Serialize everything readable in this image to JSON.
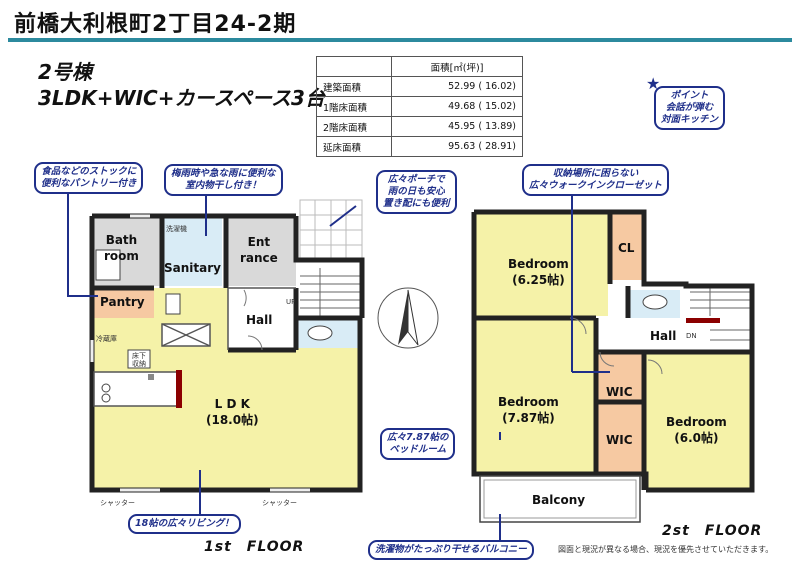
{
  "title": "前橋大利根町2丁目24-2期",
  "building": "2号棟",
  "layout": "3LDK+WIC+カースペース3台",
  "area_table": {
    "header": "面積[㎡(坪)]",
    "rows": [
      {
        "label": "建築面積",
        "value": "52.99 ( 16.02)"
      },
      {
        "label": "1階床面積",
        "value": "49.68 ( 15.02)"
      },
      {
        "label": "2階床面積",
        "value": "45.95 ( 13.89)"
      },
      {
        "label": "延床面積",
        "value": "95.63 ( 28.91)"
      }
    ]
  },
  "point_callout": {
    "lines": [
      "ポイント",
      "会話が弾む",
      "対面キッチン"
    ]
  },
  "callouts": {
    "pantry": [
      "食品などのストックに",
      "便利なパントリー付き"
    ],
    "laundry": [
      "梅雨時や急な雨に便利な",
      "室内物干し付き！"
    ],
    "porch": [
      "広々ポーチで",
      "雨の日も安心",
      "置き配にも便利"
    ],
    "closet": [
      "収納場所に困らない",
      "広々ウォークインクローゼット"
    ],
    "living": [
      "18帖の広々リビング！"
    ],
    "bedroom": [
      "広々7.87帖の",
      "ベッドルーム"
    ],
    "balcony": [
      "洗濯物がたっぷり干せるバルコニー"
    ]
  },
  "floor1": {
    "label": "1st　FLOOR",
    "rooms": {
      "bath": [
        "Bath",
        "room"
      ],
      "sanitary": "Sanitary",
      "entrance": [
        "Ent",
        "rance"
      ],
      "pantry": "Pantry",
      "hall": "Hall",
      "ldk": [
        "L D K",
        "(18.0帖)"
      ]
    },
    "small_labels": {
      "laundry": "洗濯機",
      "fridge": "冷蔵庫",
      "floor_storage": [
        "床下",
        "収納"
      ],
      "up": "UP",
      "shutter_left": "シャッター",
      "shutter_right": "シャッター"
    }
  },
  "floor2": {
    "label": "2st　FLOOR",
    "rooms": {
      "bedroom1": [
        "Bedroom",
        "(6.25帖)"
      ],
      "cl": "CL",
      "hall": "Hall",
      "bedroom2": [
        "Bedroom",
        "(7.87帖)"
      ],
      "wic1": "WIC",
      "wic2": "WIC",
      "bedroom3": [
        "Bedroom",
        "(6.0帖)"
      ],
      "balcony": "Balcony"
    },
    "small_labels": {
      "dn": "DN"
    }
  },
  "footnote": "図面と現況が異なる場合、現況を優先させていただきます。",
  "colors": {
    "accent": "#2c8a9e",
    "callout": "#1f2f8a",
    "room_yellow": "#f5f2a8",
    "room_orange": "#f6c9a2",
    "room_blue": "#d9ecf6",
    "room_grey": "#d9d9d9"
  }
}
